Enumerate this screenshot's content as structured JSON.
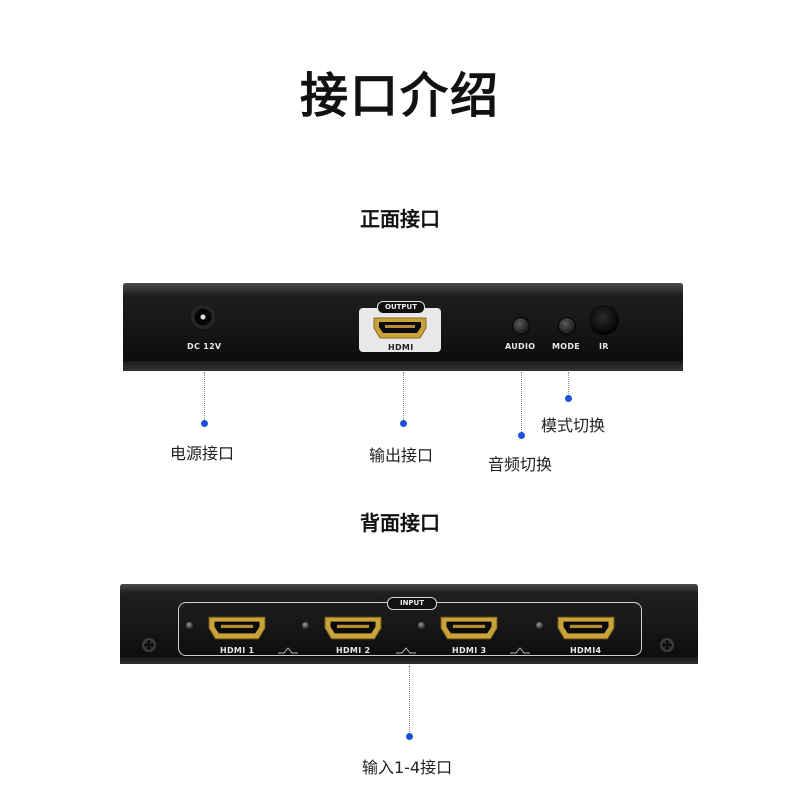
{
  "title": "接口介绍",
  "front": {
    "heading": "正面接口",
    "panel_labels": {
      "dc": "DC 12V",
      "output_tag": "OUTPUT",
      "hdmi": "HDMI",
      "audio": "AUDIO",
      "mode": "MODE",
      "ir": "IR"
    },
    "callouts": {
      "power": "电源接口",
      "output": "输出接口",
      "audio": "音频切换",
      "mode": "模式切换"
    }
  },
  "back": {
    "heading": "背面接口",
    "input_tag": "INPUT",
    "ports": [
      "HDMI 1",
      "HDMI 2",
      "HDMI 3",
      "HDMI4"
    ],
    "callout": "输入1-4接口"
  },
  "colors": {
    "callout_dot": "#1e4fd8",
    "port_gold": "#c9a23a",
    "panel": "#141414"
  }
}
